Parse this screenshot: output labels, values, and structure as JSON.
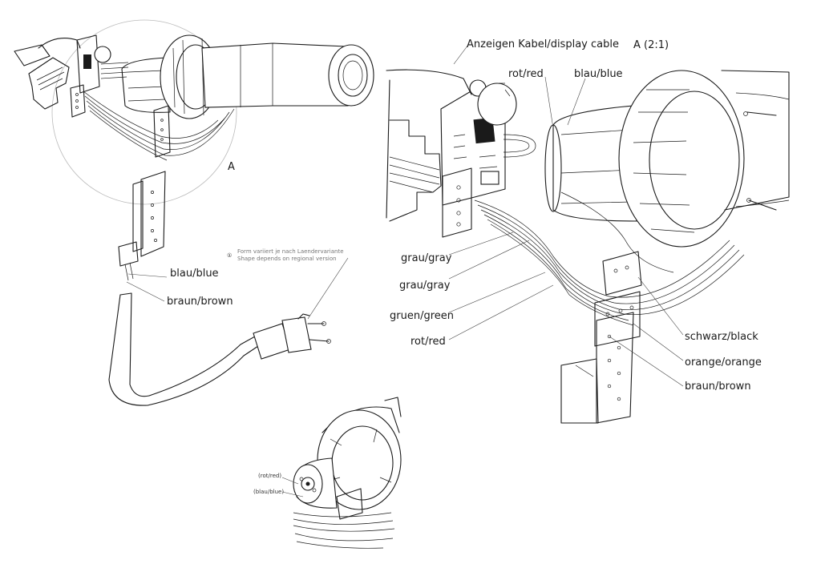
{
  "labels": {
    "display_cable": "Anzeigen Kabel/display cable",
    "detail_ref": "A (2:1)",
    "detail_marker": "A",
    "rot_red": "rot/red",
    "blau_blue": "blau/blue",
    "grau_gray_1": "grau/gray",
    "grau_gray_2": "grau/gray",
    "gruen_green": "gruen/green",
    "rot_red_2": "rot/red",
    "schwarz_black": "schwarz/black",
    "orange_orange": "orange/orange",
    "braun_brown_detail": "braun/brown",
    "blau_blue_main": "blau/blue",
    "braun_brown_main": "braun/brown",
    "note_symbol": "①",
    "note_de": "Form variiert je nach Laendervariante",
    "note_en": "Shape depends on regional version",
    "small_rot_red": "(rot/red)",
    "small_blau_blue": "(blau/blue)"
  }
}
